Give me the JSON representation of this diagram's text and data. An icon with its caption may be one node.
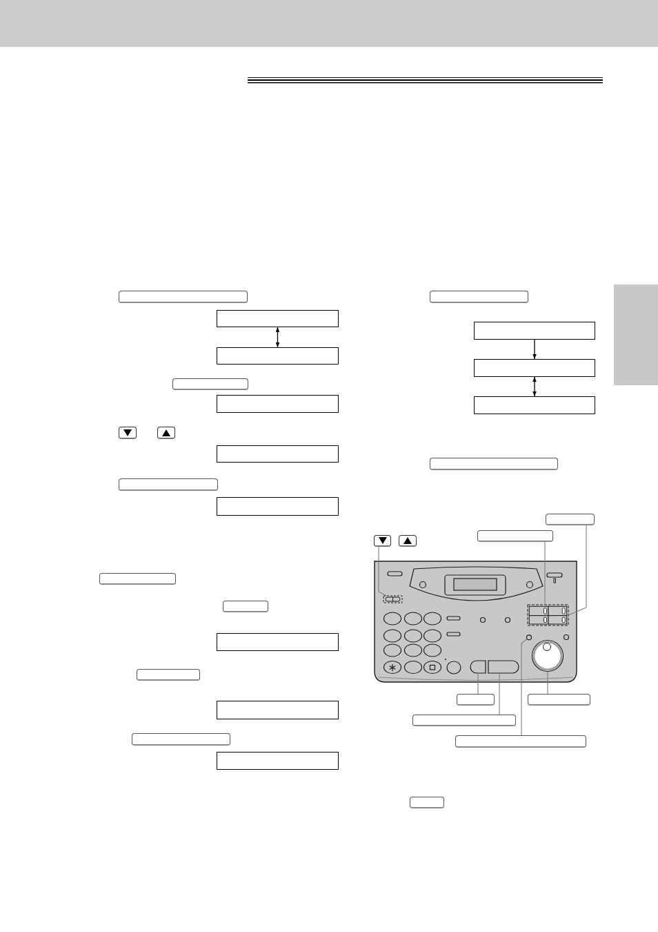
{
  "diagram": {
    "nodes": [
      {
        "text": [],
        "shape": "box"
      },
      {
        "text": [],
        "shape": "box"
      },
      {
        "text": [],
        "shape": "box"
      },
      {
        "text": [],
        "shape": "box"
      },
      {
        "text": [],
        "shape": "box"
      },
      {
        "text": [],
        "shape": "box"
      },
      {
        "text": [],
        "shape": "box"
      },
      {
        "text": [],
        "shape": "box"
      },
      {
        "text": [],
        "shape": "box"
      },
      {
        "text": [],
        "shape": "box"
      },
      {
        "text": [],
        "shape": "box"
      },
      {
        "text": [],
        "shape": "box"
      },
      {
        "text": [],
        "shape": "box"
      },
      {
        "text": [],
        "shape": "box"
      },
      {
        "text": [],
        "shape": "box"
      },
      {
        "text": [],
        "shape": "box"
      },
      {
        "text": [],
        "shape": "box"
      },
      {
        "text": [],
        "shape": "box"
      },
      {
        "text": [],
        "shape": "box"
      },
      {
        "text": [],
        "shape": "box"
      },
      {
        "text": [],
        "shape": "box"
      },
      {
        "text": [],
        "shape": "box"
      },
      {
        "text": [],
        "shape": "box"
      },
      {
        "text": [],
        "shape": "box"
      },
      {
        "text": [],
        "shape": "box"
      },
      {
        "text": [],
        "shape": "box"
      },
      {
        "text": [],
        "shape": "picture"
      },
      {
        "text": [],
        "shape": "box",
        "in": 26
      },
      {
        "text": [],
        "shape": "box",
        "in": 26
      },
      {
        "text": [],
        "shape": "box",
        "in": 28
      },
      {
        "text": [],
        "shape": "circle",
        "in": 26
      },
      {
        "text": [],
        "shape": "box",
        "in": 26
      },
      {
        "text": [],
        "shape": "box",
        "in": 26
      },
      {
        "text": [],
        "shape": "circle",
        "in": 26
      },
      {
        "text": [],
        "shape": "box"
      },
      {
        "text": [],
        "shape": "box"
      },
      {
        "text": [],
        "shape": "box"
      },
      {
        "text": [],
        "shape": "box"
      },
      {
        "text": [],
        "shape": "box"
      },
      {
        "text": [],
        "shape": "box"
      }
    ],
    "edges": [
      {
        "from": 1,
        "to": 2,
        "arrow": "both",
        "color": "#000000"
      },
      {
        "from": 18,
        "to": 19,
        "arrow": "to",
        "color": "#000000"
      },
      {
        "from": 19,
        "to": 20,
        "arrow": "both",
        "color": "#000000"
      },
      {
        "from": 24,
        "to": 27,
        "arrow": "none"
      },
      {
        "from": 23,
        "to": 28,
        "arrow": "none"
      },
      {
        "from": 22,
        "to": 29,
        "arrow": "none"
      },
      {
        "from": 34,
        "to": 31,
        "arrow": "none"
      },
      {
        "from": 36,
        "to": 32,
        "arrow": "none"
      },
      {
        "from": 37,
        "to": 30,
        "arrow": "none"
      },
      {
        "from": 35,
        "to": 33,
        "arrow": "none"
      }
    ]
  }
}
